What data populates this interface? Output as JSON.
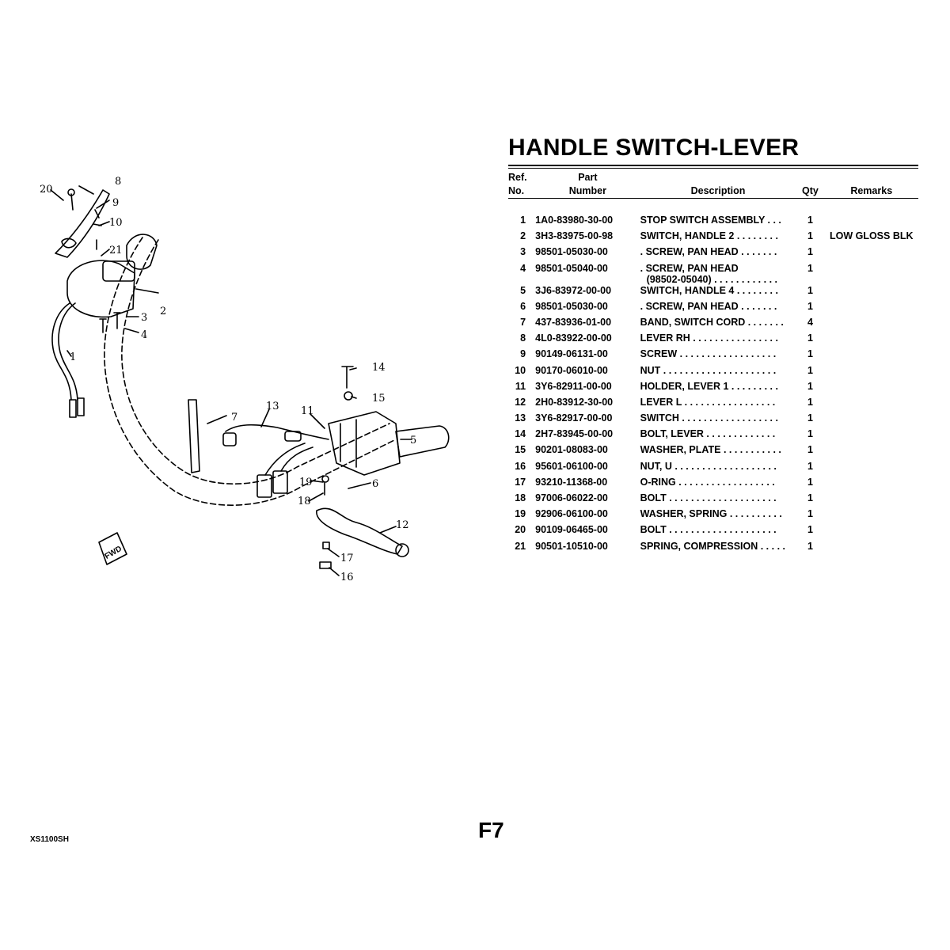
{
  "title": "HANDLE SWITCH-LEVER",
  "table": {
    "headers": {
      "ref_line1": "Ref.",
      "ref_line2": "No.",
      "part_line1": "Part",
      "part_line2": "Number",
      "description": "Description",
      "qty": "Qty",
      "remarks": "Remarks"
    },
    "rows": [
      {
        "ref": "1",
        "part": "1A0-83980-30-00",
        "desc": "STOP SWITCH ASSEMBLY  . . .",
        "qty": "1",
        "remarks": ""
      },
      {
        "ref": "2",
        "part": "3H3-83975-00-98",
        "desc": "SWITCH, HANDLE 2   . . . . . . . .",
        "qty": "1",
        "remarks": "LOW GLOSS BLK"
      },
      {
        "ref": "3",
        "part": "98501-05030-00",
        "desc": ". SCREW, PAN HEAD   . . . . . . .",
        "qty": "1",
        "remarks": ""
      },
      {
        "ref": "4",
        "part": "98501-05040-00",
        "desc": ". SCREW, PAN HEAD",
        "desc2": "(98502-05040)  . . . . . . . . . . . .",
        "qty": "1",
        "remarks": ""
      },
      {
        "ref": "5",
        "part": "3J6-83972-00-00",
        "desc": "SWITCH, HANDLE 4   . . . . . . . .",
        "qty": "1",
        "remarks": ""
      },
      {
        "ref": "6",
        "part": "98501-05030-00",
        "desc": ". SCREW, PAN HEAD   . . . . . . .",
        "qty": "1",
        "remarks": ""
      },
      {
        "ref": "7",
        "part": "437-83936-01-00",
        "desc": "BAND, SWITCH CORD  . . . . . . .",
        "qty": "4",
        "remarks": ""
      },
      {
        "ref": "8",
        "part": "4L0-83922-00-00",
        "desc": "LEVER RH  . . . . . . . . . . . . . . . .",
        "qty": "1",
        "remarks": ""
      },
      {
        "ref": "9",
        "part": "90149-06131-00",
        "desc": "SCREW   . . . . . . . . . . . . . . . . . .",
        "qty": "1",
        "remarks": ""
      },
      {
        "ref": "10",
        "part": "90170-06010-00",
        "desc": "NUT  . . . . . . . . . . . . . . . . . . . . .",
        "qty": "1",
        "remarks": ""
      },
      {
        "ref": "11",
        "part": "3Y6-82911-00-00",
        "desc": "HOLDER, LEVER 1   . . . . . . . . .",
        "qty": "1",
        "remarks": ""
      },
      {
        "ref": "12",
        "part": "2H0-83912-30-00",
        "desc": "LEVER L   . . . . . . . . . . . . . . . . .",
        "qty": "1",
        "remarks": ""
      },
      {
        "ref": "13",
        "part": "3Y6-82917-00-00",
        "desc": "SWITCH  . . . . . . . . . . . . . . . . . .",
        "qty": "1",
        "remarks": ""
      },
      {
        "ref": "14",
        "part": "2H7-83945-00-00",
        "desc": "BOLT, LEVER   . . . . . . . . . . . . .",
        "qty": "1",
        "remarks": ""
      },
      {
        "ref": "15",
        "part": "90201-08083-00",
        "desc": "WASHER, PLATE  . . . . . . . . . . .",
        "qty": "1",
        "remarks": ""
      },
      {
        "ref": "16",
        "part": "95601-06100-00",
        "desc": "NUT, U  . . . . . . . . . . . . . . . . . . .",
        "qty": "1",
        "remarks": ""
      },
      {
        "ref": "17",
        "part": "93210-11368-00",
        "desc": "O-RING   . . . . . . . . . . . . . . . . . .",
        "qty": "1",
        "remarks": ""
      },
      {
        "ref": "18",
        "part": "97006-06022-00",
        "desc": "BOLT  . . . . . . . . . . . . . . . . . . . .",
        "qty": "1",
        "remarks": ""
      },
      {
        "ref": "19",
        "part": "92906-06100-00",
        "desc": "WASHER, SPRING  . . . . . . . . . .",
        "qty": "1",
        "remarks": ""
      },
      {
        "ref": "20",
        "part": "90109-06465-00",
        "desc": "BOLT  . . . . . . . . . . . . . . . . . . . .",
        "qty": "1",
        "remarks": ""
      },
      {
        "ref": "21",
        "part": "90501-10510-00",
        "desc": "SPRING, COMPRESSION  . . . . .",
        "qty": "1",
        "remarks": ""
      }
    ]
  },
  "diagram": {
    "callouts": [
      "1",
      "2",
      "3",
      "4",
      "5",
      "6",
      "7",
      "8",
      "9",
      "10",
      "11",
      "12",
      "13",
      "14",
      "15",
      "16",
      "17",
      "18",
      "19",
      "20",
      "21"
    ],
    "fwd_mark": "FWD"
  },
  "page_number": "F7",
  "model_code": "XS1100SH"
}
